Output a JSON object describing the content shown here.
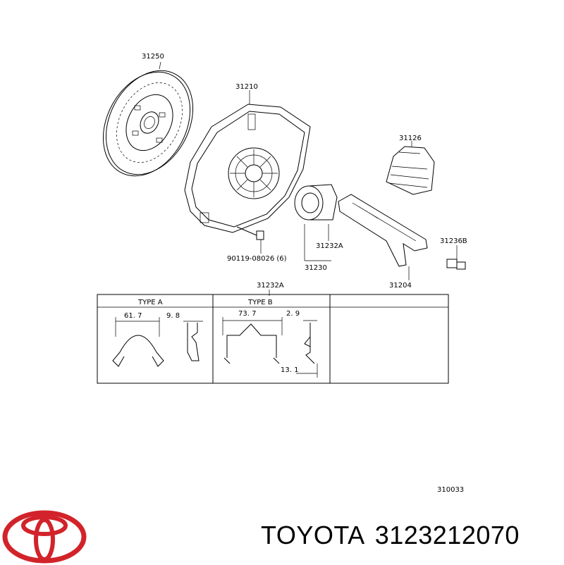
{
  "parts": {
    "disc": "31250",
    "cover": "31210",
    "boot": "31126",
    "clip": "31232A",
    "bearing": "31230",
    "fork": "31204",
    "bolt": "90119-08026 (6)",
    "stud": "31236B"
  },
  "table": {
    "title": "31232A",
    "type_a": "TYPE  A",
    "type_b": "TYPE  B",
    "dim_a1": "61. 7",
    "dim_a2": "9. 8",
    "dim_b1": "73. 7",
    "dim_b2": "2. 9",
    "dim_b3": "13. 1"
  },
  "ref_code": "310033",
  "footer": {
    "brand": "TOYOTA",
    "part_number": "3123212070"
  },
  "colors": {
    "logo": "#d2232a",
    "line": "#000000"
  }
}
